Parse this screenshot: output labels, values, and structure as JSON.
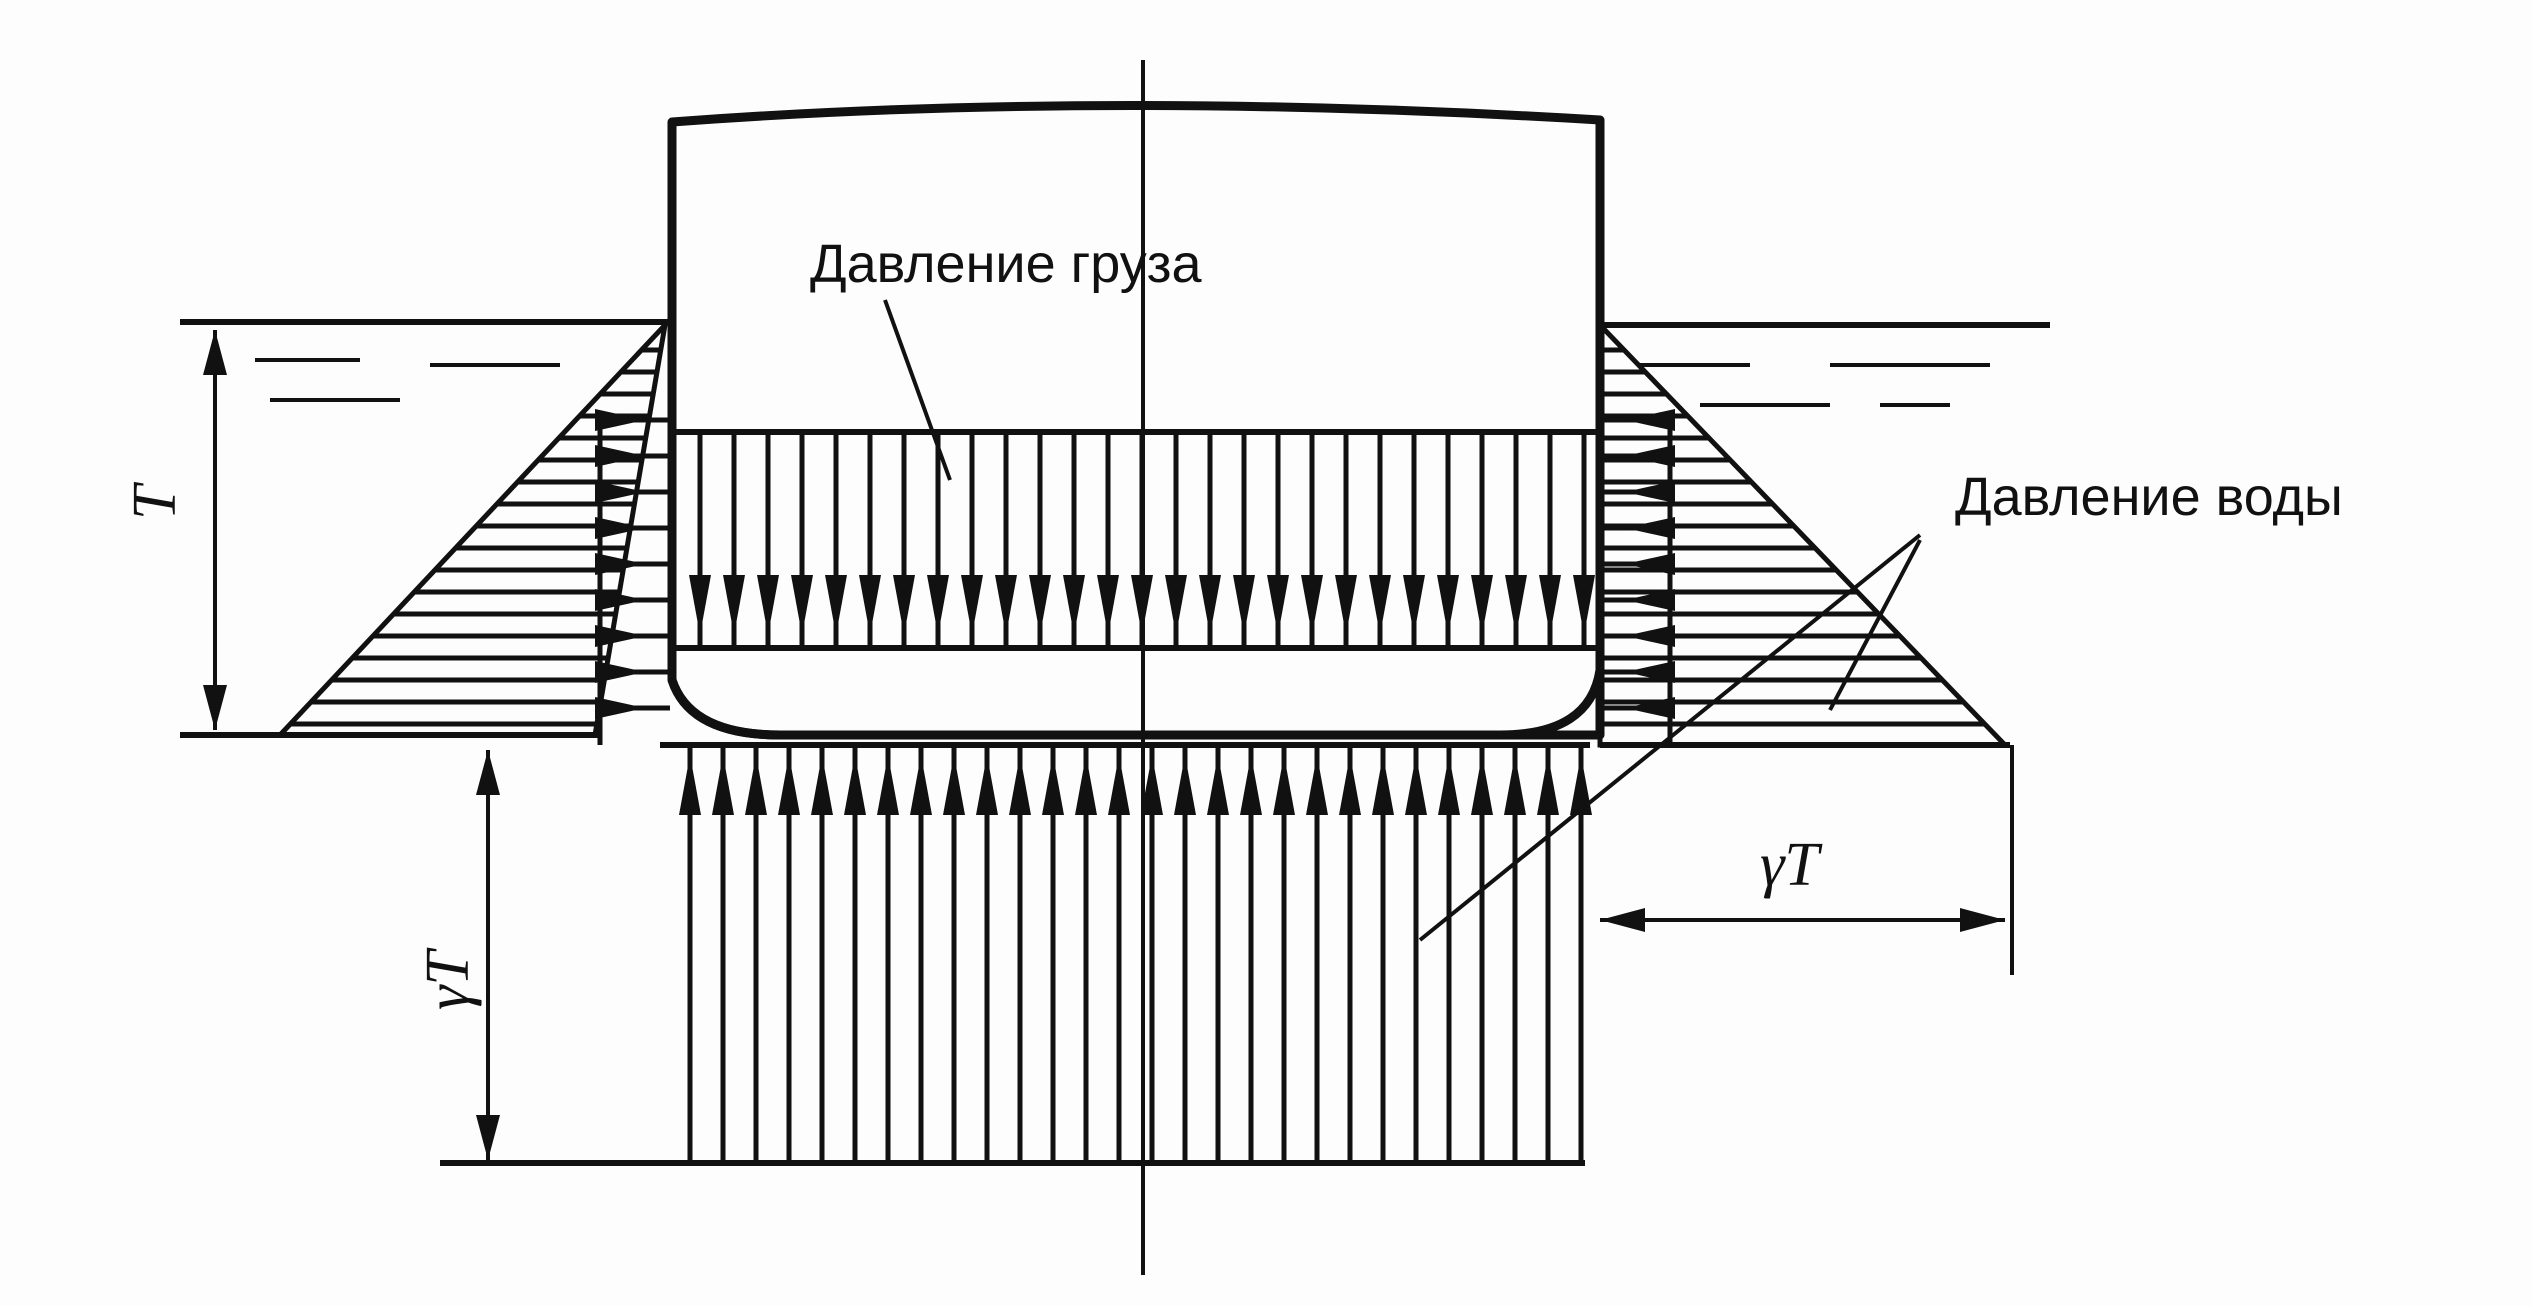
{
  "labels": {
    "cargo_pressure": "Давление груза",
    "water_pressure": "Давление воды",
    "draft": "T",
    "bottom_pressure": "γT",
    "side_pressure": "γT"
  }
}
